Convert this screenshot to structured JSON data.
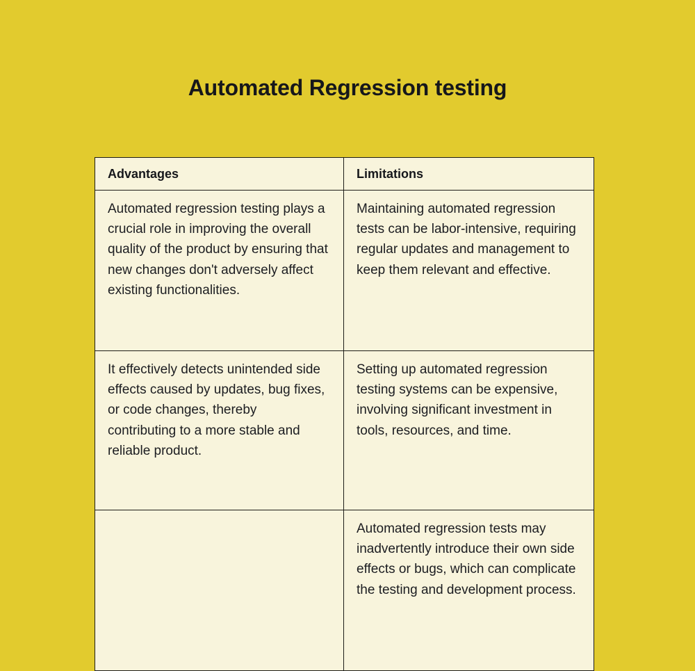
{
  "page": {
    "title": "Automated Regression testing",
    "background_color": "#e2cb2e",
    "table_cell_color": "#f8f4dc",
    "text_color": "#16171b",
    "border_color": "#1d1c17"
  },
  "table": {
    "columns": [
      {
        "key": "advantages",
        "header": "Advantages"
      },
      {
        "key": "limitations",
        "header": "Limitations"
      }
    ],
    "rows": [
      {
        "advantages": "Automated regression testing plays a crucial role in improving the overall quality of the product by ensuring that new changes don't adversely affect existing functionalities.",
        "limitations": "Maintaining automated regression tests can be labor-intensive, requiring regular updates and management to keep them relevant and effective."
      },
      {
        "advantages": "It effectively detects unintended side effects caused by updates, bug fixes, or code changes, thereby contributing to a more stable and reliable product.",
        "limitations": "Setting up automated regression testing systems can be expensive, involving significant investment in tools, resources, and time."
      },
      {
        "advantages": "",
        "limitations": "Automated regression tests may inadvertently introduce their own side effects or bugs, which can complicate the testing and development process."
      }
    ]
  }
}
